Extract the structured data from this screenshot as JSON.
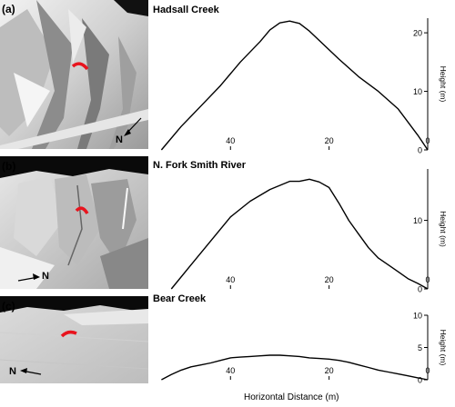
{
  "figure": {
    "x_axis_label": "Horizontal Distance (m)"
  },
  "panels": [
    {
      "letter": "(a)",
      "title": "Hadsall Creek",
      "north_label": "N"
    },
    {
      "letter": "(b)",
      "title": "N. Fork Smith River",
      "north_label": "N"
    },
    {
      "letter": "(c)",
      "title": "Bear Creek",
      "north_label": "N"
    }
  ],
  "colors": {
    "profile_line": "#000000",
    "scarp_highlight": "#e8141e",
    "axis": "#000000"
  },
  "chart_data": [
    {
      "type": "line",
      "title": "Hadsall Creek",
      "ylabel": "Height (m)",
      "xlabel": "",
      "x_reversed": true,
      "xlim": [
        55,
        0
      ],
      "ylim": [
        0,
        22.5
      ],
      "xticks": [
        40,
        20,
        0
      ],
      "yticks": [
        0,
        10,
        20
      ],
      "x": [
        54,
        50,
        46,
        42,
        38,
        34,
        32,
        30,
        28,
        26,
        24,
        22,
        18,
        14,
        10,
        6,
        2,
        0
      ],
      "y": [
        0,
        4,
        7.5,
        11,
        15,
        18.5,
        20.5,
        21.7,
        22,
        21.6,
        20.3,
        18.7,
        15.5,
        12.5,
        10,
        7,
        2.5,
        0
      ]
    },
    {
      "type": "line",
      "title": "N. Fork Smith River",
      "ylabel": "Height (m)",
      "xlabel": "",
      "x_reversed": true,
      "xlim": [
        55,
        0
      ],
      "ylim": [
        0,
        17.5
      ],
      "xticks": [
        40,
        20,
        0
      ],
      "yticks": [
        0,
        10
      ],
      "x": [
        52,
        48,
        44,
        40,
        36,
        32,
        28,
        26,
        24,
        22,
        20,
        18,
        16,
        14,
        12,
        10,
        8,
        6,
        4,
        2,
        0
      ],
      "y": [
        0,
        3.5,
        7,
        10.5,
        12.8,
        14.5,
        15.7,
        15.7,
        16,
        15.6,
        14.8,
        12.5,
        10,
        8,
        6,
        4.5,
        3.5,
        2.5,
        1.5,
        0.8,
        0
      ]
    },
    {
      "type": "line",
      "title": "Bear Creek",
      "ylabel": "Height (m)",
      "xlabel": "Horizontal Distance (m)",
      "x_reversed": true,
      "xlim": [
        55,
        0
      ],
      "ylim": [
        0,
        10
      ],
      "xticks": [
        40,
        20,
        0
      ],
      "yticks": [
        0,
        5,
        10
      ],
      "x": [
        54,
        52,
        50,
        48,
        46,
        44,
        42,
        40,
        38,
        36,
        34,
        32,
        30,
        28,
        26,
        24,
        22,
        20,
        18,
        16,
        14,
        12,
        10,
        8,
        6,
        4,
        2,
        0
      ],
      "y": [
        0,
        0.8,
        1.5,
        2,
        2.3,
        2.6,
        3,
        3.4,
        3.5,
        3.6,
        3.7,
        3.8,
        3.8,
        3.7,
        3.6,
        3.4,
        3.3,
        3.2,
        3,
        2.7,
        2.3,
        1.9,
        1.5,
        1.2,
        0.9,
        0.6,
        0.3,
        0
      ]
    }
  ]
}
